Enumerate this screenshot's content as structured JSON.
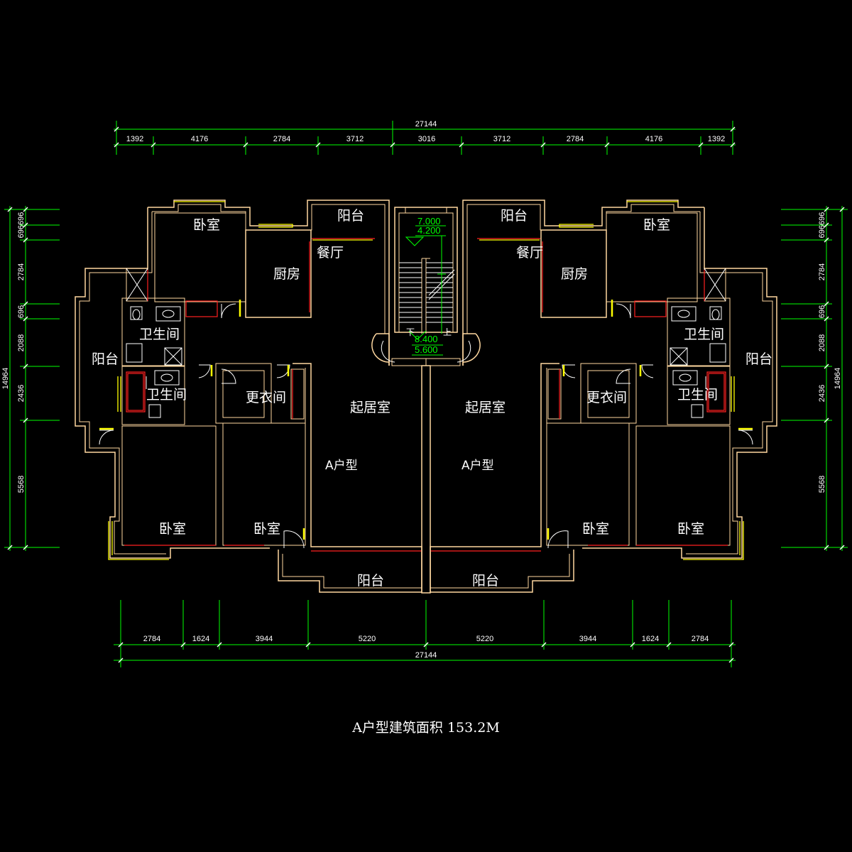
{
  "dimensions": {
    "top_total": "27144",
    "top_segments": [
      "1392",
      "4176",
      "2784",
      "3712",
      "3016",
      "3712",
      "2784",
      "4176",
      "1392"
    ],
    "bottom_total": "27144",
    "bottom_segments": [
      "2784",
      "1624",
      "3944",
      "5220",
      "5220",
      "3944",
      "1624",
      "2784"
    ],
    "left_total": "14964",
    "left_segments": [
      "696696",
      "696",
      "2784",
      "696",
      "2088",
      "2436",
      "5568"
    ],
    "right_total": "14964",
    "right_segments": [
      "696696",
      "696",
      "2784",
      "696",
      "2088",
      "2436",
      "5568"
    ]
  },
  "rooms": {
    "bedroom": "卧室",
    "balcony": "阳台",
    "kitchen": "厨房",
    "dining": "餐厅",
    "bathroom": "卫生间",
    "closet": "更衣间",
    "living": "起居室",
    "unit_type": "A户型"
  },
  "stair": {
    "level_top_1": "7.000",
    "level_top_2": "4.200",
    "level_bottom_1": "8.400",
    "level_bottom_2": "5.600",
    "down": "下",
    "up": "上"
  },
  "caption": "A户型建筑面积 153.2M",
  "colors": {
    "dimension": "#00ff00",
    "wall": "#ffd8a0",
    "window": "#ffff00",
    "fixture": "#ff2020",
    "background": "#000000"
  }
}
